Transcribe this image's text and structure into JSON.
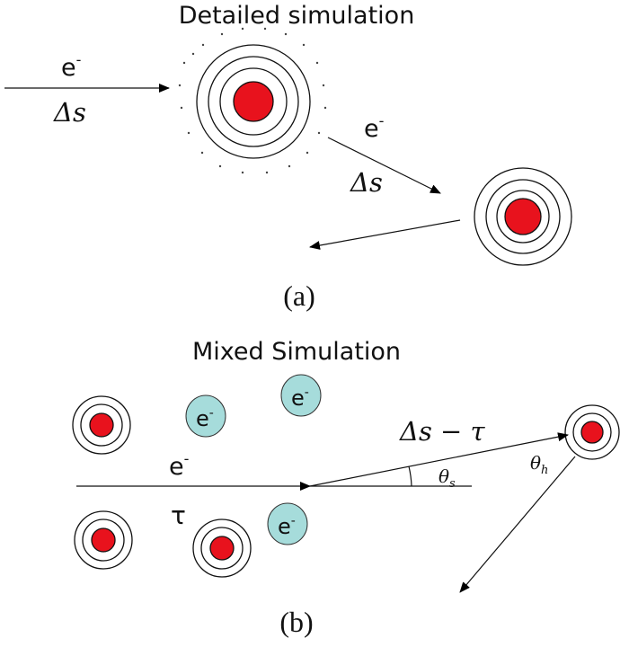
{
  "panel_a": {
    "title": "Detailed simulation",
    "electron_label_in": "e",
    "electron_sup": "-",
    "step_label_in": "Δs",
    "electron_label_out": "e",
    "step_label_out": "Δs",
    "caption": "(a)"
  },
  "panel_b": {
    "title": "Mixed Simulation",
    "electron_label": "e",
    "electron_sup": "-",
    "tau_label": "τ",
    "remaining_step_label": "Δs − τ",
    "theta_s": "θ",
    "theta_s_sub": "s",
    "theta_h": "θ",
    "theta_h_sub": "h",
    "free_electron_label": "e",
    "caption": "(b)"
  },
  "colors": {
    "nucleus": "#e8121d",
    "free_electron": "#a6dcdb",
    "lines": "#111111"
  }
}
